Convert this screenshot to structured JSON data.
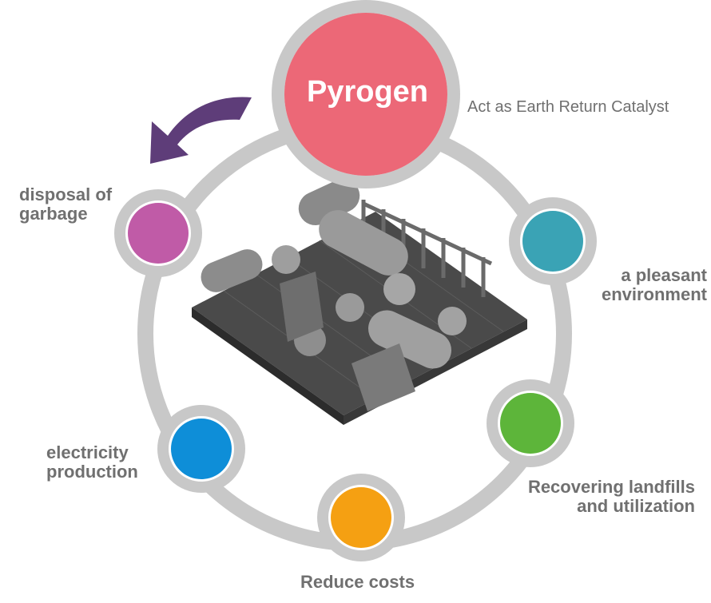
{
  "hub": {
    "title": "Pyrogen",
    "caption": "Act as Earth Return Catalyst",
    "color": "#EC6877"
  },
  "nodes": [
    {
      "id": "disposal",
      "label_line1": "disposal of",
      "label_line2": "garbage",
      "color": "#C05BA7"
    },
    {
      "id": "environment",
      "label_line1": "a pleasant",
      "label_line2": "environment",
      "color": "#3AA3B5"
    },
    {
      "id": "landfills",
      "label_line1": "Recovering landfills",
      "label_line2": "and utilization",
      "color": "#5DB53A"
    },
    {
      "id": "costs",
      "label_line1": "Reduce costs",
      "label_line2": "",
      "color": "#F5A012"
    },
    {
      "id": "electricity",
      "label_line1": "electricity",
      "label_line2": "production",
      "color": "#0E8ED8"
    }
  ],
  "ring_color": "#C8C8C8",
  "arrow_color": "#5E3D79",
  "image": {
    "icon": "pyrolysis-plant-icon"
  }
}
